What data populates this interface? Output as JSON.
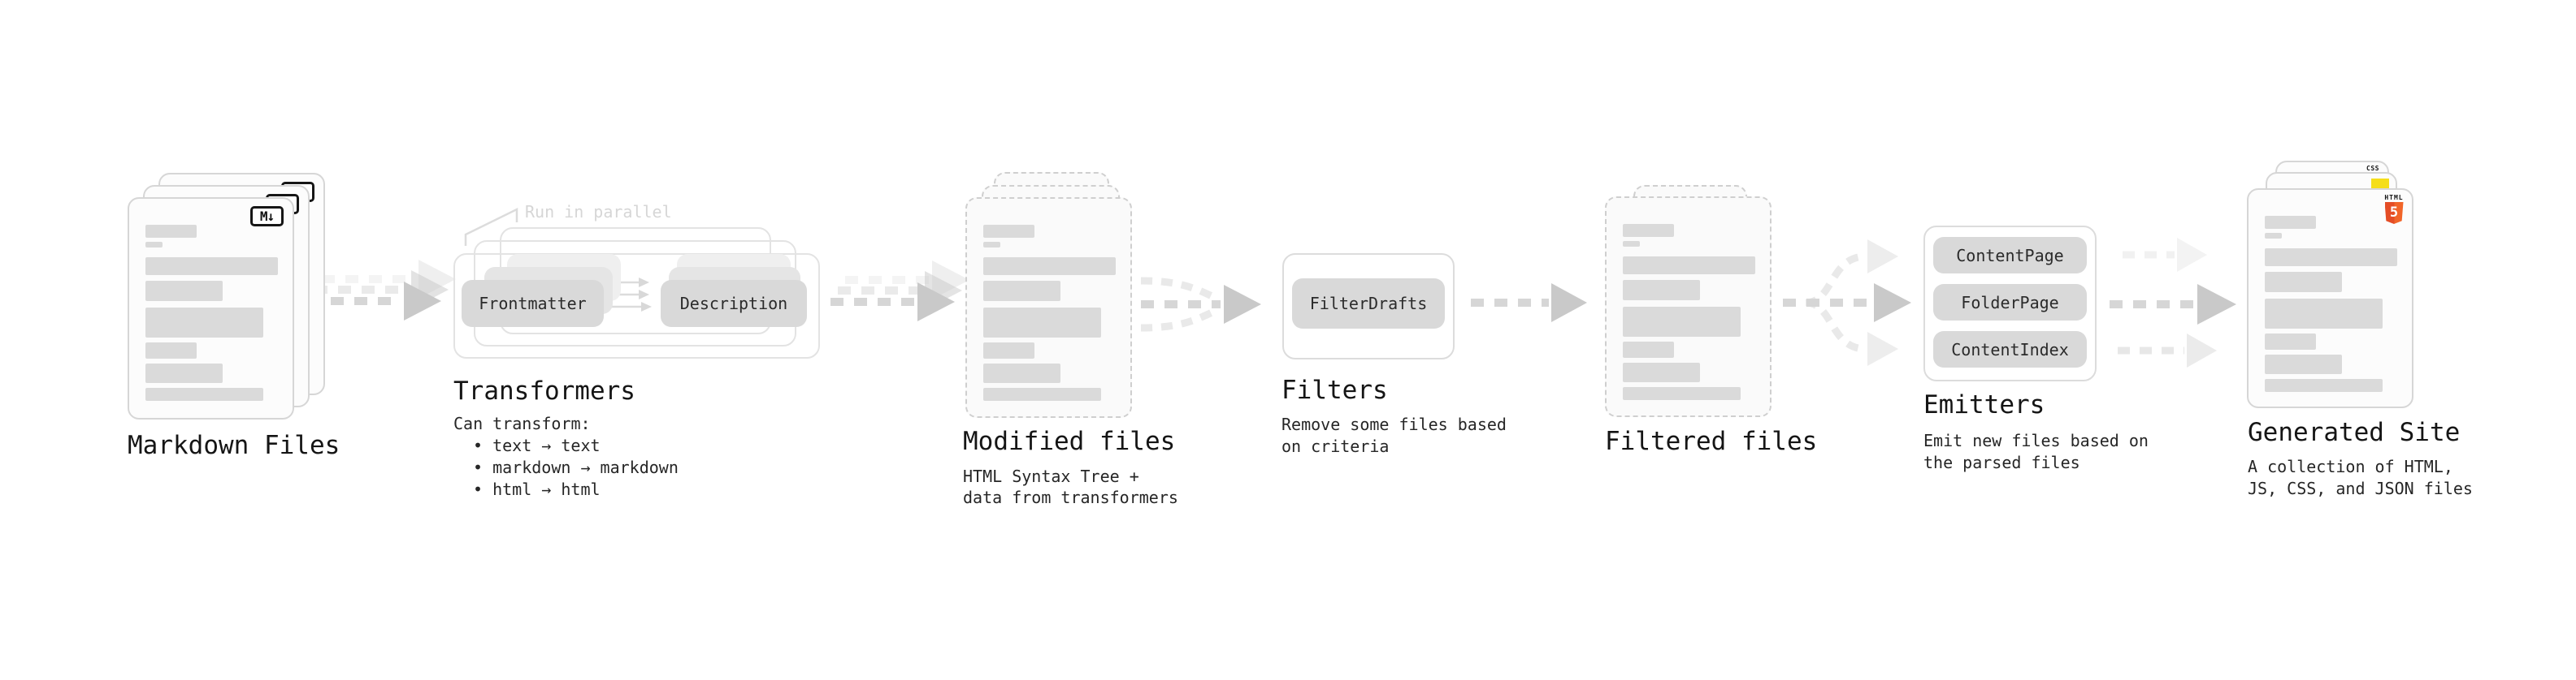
{
  "stages": {
    "markdown": {
      "title": "Markdown Files",
      "badge": "M↓"
    },
    "transformers": {
      "annotation": "Run in parallel",
      "node_from": "Frontmatter",
      "node_to": "Description",
      "title": "Transformers",
      "subtitle": "Can transform:",
      "bullets": [
        "• text → text",
        "• markdown → markdown",
        "• html → html"
      ]
    },
    "modified": {
      "title": "Modified files",
      "desc1": "HTML Syntax Tree +",
      "desc2": "data from transformers"
    },
    "filters": {
      "title": "Filters",
      "node": "FilterDrafts",
      "desc1": "Remove some files based",
      "desc2": "on criteria"
    },
    "filtered": {
      "title": "Filtered files"
    },
    "emitters": {
      "title": "Emitters",
      "nodes": [
        "ContentPage",
        "FolderPage",
        "ContentIndex"
      ],
      "desc1": "Emit new files based on",
      "desc2": "the parsed files"
    },
    "generated": {
      "title": "Generated Site",
      "desc1": "A collection of HTML,",
      "desc2": "JS, CSS, and JSON files",
      "html5_caption": "HTML",
      "html5_glyph": "5",
      "css_badge": "CSS"
    }
  },
  "colors": {
    "html5_orange": "#e44d26",
    "js_yellow": "#f5de19",
    "css_blue": "#2666e8",
    "arrow_gray": "#c9c9c9"
  }
}
